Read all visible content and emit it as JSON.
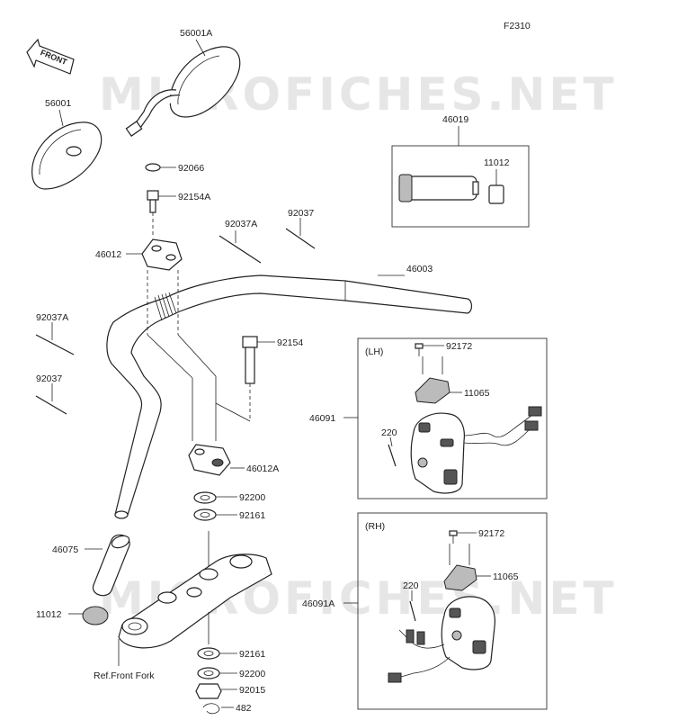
{
  "figure_code": "F2310",
  "watermark": "MICROFICHES.NET",
  "front_arrow": "FRONT",
  "labels": {
    "p56001A": "56001A",
    "p56001": "56001",
    "p92066": "92066",
    "p92154A": "92154A",
    "p46012": "46012",
    "p92037A_top": "92037A",
    "p92037_top": "92037",
    "p46019": "46019",
    "p11012_top": "11012",
    "p46003": "46003",
    "p92037A_left": "92037A",
    "p92037_left": "92037",
    "p92154": "92154",
    "p46012A": "46012A",
    "p92200_top": "92200",
    "p92161_top": "92161",
    "p46075": "46075",
    "p11012_bottom": "11012",
    "p92161_bottom": "92161",
    "p92200_bottom": "92200",
    "p92015": "92015",
    "p482": "482",
    "ref_front_fork": "Ref.Front Fork",
    "lh_tag": "(LH)",
    "lh_92172": "92172",
    "lh_11065": "11065",
    "lh_220": "220",
    "p46091": "46091",
    "rh_tag": "(RH)",
    "rh_92172": "92172",
    "rh_11065": "11065",
    "rh_220": "220",
    "p46091A": "46091A"
  }
}
